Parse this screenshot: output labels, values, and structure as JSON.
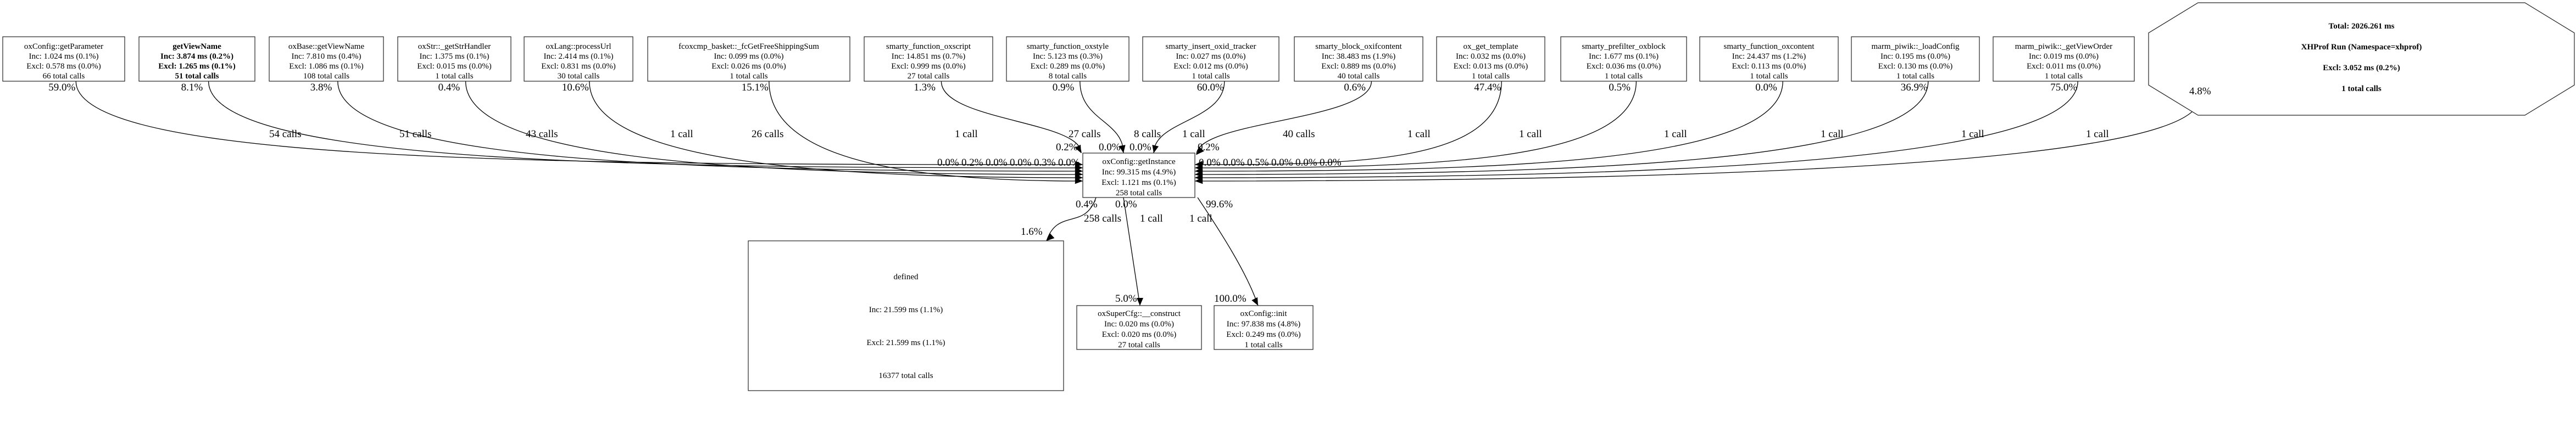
{
  "root": {
    "lines": [
      "Total: 2026.261 ms",
      "XHProf Run (Namespace=xhprof)",
      "Excl: 3.052 ms (0.2%)",
      "1 total calls"
    ]
  },
  "hub": {
    "name": "oxConfig::getInstance",
    "inc": "Inc: 99.315 ms (4.9%)",
    "excl": "Excl: 1.121 ms (0.1%)",
    "calls": "258 total calls"
  },
  "callers": [
    {
      "name": "oxConfig::getParameter",
      "inc": "Inc: 1.024 ms (0.1%)",
      "excl": "Excl: 0.578 ms (0.0%)",
      "calls": "66 total calls",
      "pct": "59.0%",
      "edge_calls": "54 calls",
      "target_pct": "0.0%"
    },
    {
      "name": "getViewName",
      "inc": "Inc: 3.874 ms (0.2%)",
      "excl": "Excl: 1.265 ms (0.1%)",
      "calls": "51 total calls",
      "pct": "8.1%",
      "edge_calls": "51 calls",
      "target_pct": "0.3%",
      "bold": true
    },
    {
      "name": "oxBase::getViewName",
      "inc": "Inc: 7.810 ms (0.4%)",
      "excl": "Excl: 1.086 ms (0.1%)",
      "calls": "108 total calls",
      "pct": "3.8%",
      "edge_calls": "43 calls",
      "target_pct": "0.0%"
    },
    {
      "name": "oxStr::_getStrHandler",
      "inc": "Inc: 1.375 ms (0.1%)",
      "excl": "Excl: 0.015 ms (0.0%)",
      "calls": "1 total calls",
      "pct": "0.4%",
      "edge_calls": "1 call",
      "target_pct": "0.0%"
    },
    {
      "name": "oxLang::processUrl",
      "inc": "Inc: 2.414 ms (0.1%)",
      "excl": "Excl: 0.831 ms (0.0%)",
      "calls": "30 total calls",
      "pct": "10.6%",
      "edge_calls": "26 calls",
      "target_pct": "0.2%"
    },
    {
      "name": "fcoxcmp_basket::_fcGetFreeShippingSum",
      "inc": "Inc: 0.099 ms (0.0%)",
      "excl": "Excl: 0.026 ms (0.0%)",
      "calls": "1 total calls",
      "pct": "15.1%",
      "edge_calls": "1 call",
      "target_pct": "0.0%"
    },
    {
      "name": "smarty_function_oxscript",
      "inc": "Inc: 14.851 ms (0.7%)",
      "excl": "Excl: 0.999 ms (0.0%)",
      "calls": "27 total calls",
      "pct": "1.3%",
      "edge_calls": "27 calls",
      "target_pct": "0.2%"
    },
    {
      "name": "smarty_function_oxstyle",
      "inc": "Inc: 5.123 ms (0.3%)",
      "excl": "Excl: 0.289 ms (0.0%)",
      "calls": "8 total calls",
      "pct": "0.9%",
      "edge_calls": "8 calls",
      "target_pct": "0.0%"
    },
    {
      "name": "smarty_insert_oxid_tracker",
      "inc": "Inc: 0.027 ms (0.0%)",
      "excl": "Excl: 0.012 ms (0.0%)",
      "calls": "1 total calls",
      "pct": "60.0%",
      "edge_calls": "1 call",
      "target_pct": "0.0%"
    },
    {
      "name": "smarty_block_oxifcontent",
      "inc": "Inc: 38.483 ms (1.9%)",
      "excl": "Excl: 0.889 ms (0.0%)",
      "calls": "40 total calls",
      "pct": "0.6%",
      "edge_calls": "40 calls",
      "target_pct": "0.2%"
    },
    {
      "name": "ox_get_template",
      "inc": "Inc: 0.032 ms (0.0%)",
      "excl": "Excl: 0.013 ms (0.0%)",
      "calls": "1 total calls",
      "pct": "47.4%",
      "edge_calls": "1 call",
      "target_pct": "0.0%"
    },
    {
      "name": "smarty_prefilter_oxblock",
      "inc": "Inc: 1.677 ms (0.1%)",
      "excl": "Excl: 0.036 ms (0.0%)",
      "calls": "1 total calls",
      "pct": "0.5%",
      "edge_calls": "1 call",
      "target_pct": "0.0%"
    },
    {
      "name": "smarty_function_oxcontent",
      "inc": "Inc: 24.437 ms (1.2%)",
      "excl": "Excl: 0.113 ms (0.0%)",
      "calls": "1 total calls",
      "pct": "0.0%",
      "edge_calls": "1 call",
      "target_pct": "0.5%"
    },
    {
      "name": "marm_piwik::_loadConfig",
      "inc": "Inc: 0.195 ms (0.0%)",
      "excl": "Excl: 0.130 ms (0.0%)",
      "calls": "1 total calls",
      "pct": "36.9%",
      "edge_calls": "1 call",
      "target_pct": "0.0%"
    },
    {
      "name": "marm_piwik::_getViewOrder",
      "inc": "Inc: 0.019 ms (0.0%)",
      "excl": "Excl: 0.011 ms (0.0%)",
      "calls": "1 total calls",
      "pct": "75.0%",
      "edge_calls": "1 call",
      "target_pct": "0.0%"
    },
    {
      "name": "root",
      "pct": "4.8%",
      "edge_calls": "1 call",
      "target_pct": "0.0%"
    }
  ],
  "callees": [
    {
      "name": "defined",
      "inc": "Inc: 21.599 ms (1.1%)",
      "excl": "Excl: 21.599 ms (1.1%)",
      "calls": "16377 total calls",
      "pct": "0.4%",
      "edge_calls": "258 calls",
      "target_pct": "1.6%",
      "highlight": "#ff0000"
    },
    {
      "name": "oxSuperCfg::__construct",
      "inc": "Inc: 0.020 ms (0.0%)",
      "excl": "Excl: 0.020 ms (0.0%)",
      "calls": "27 total calls",
      "pct": "0.0%",
      "edge_calls": "1 call",
      "target_pct": "5.0%"
    },
    {
      "name": "oxConfig::init",
      "inc": "Inc: 97.838 ms (4.8%)",
      "excl": "Excl: 0.249 ms (0.0%)",
      "calls": "1 total calls",
      "pct": "99.6%",
      "edge_calls": "1 call",
      "target_pct": "100.0%"
    }
  ]
}
